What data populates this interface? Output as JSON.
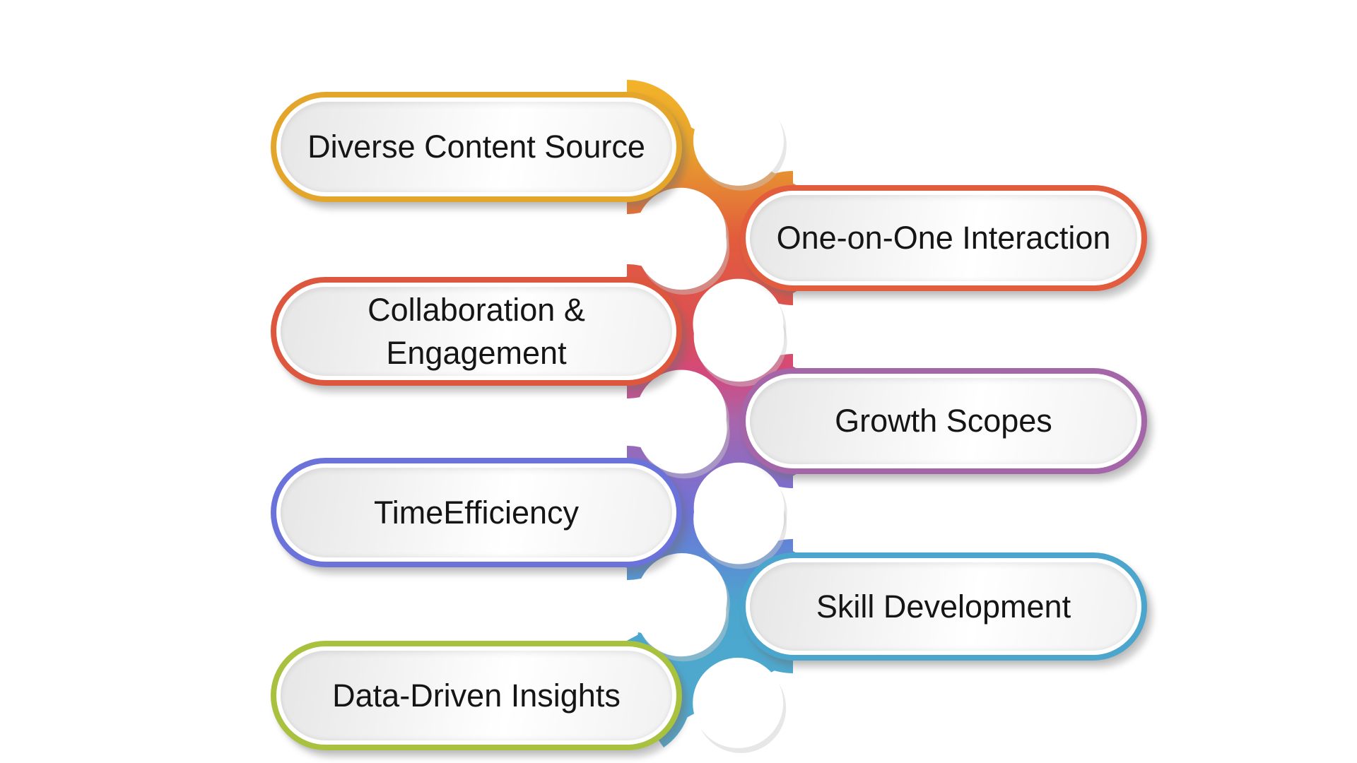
{
  "diagram": {
    "background_color": "#ffffff",
    "text_color": "#151515",
    "nodes": [
      {
        "label": "Diverse Content Source",
        "side": "left",
        "border_color": "#E4A62A"
      },
      {
        "label": "One-on-One Interaction",
        "side": "right",
        "border_color": "#E25C3E"
      },
      {
        "label": "Collaboration & Engagement",
        "side": "left",
        "border_color": "#DD573F"
      },
      {
        "label": "Growth Scopes",
        "side": "right",
        "border_color": "#A566A9"
      },
      {
        "label": "TimeEfficiency",
        "side": "left",
        "border_color": "#6B73DB"
      },
      {
        "label": "Skill Development",
        "side": "right",
        "border_color": "#4BA5CC"
      },
      {
        "label": "Data-Driven Insights",
        "side": "left",
        "border_color": "#A8C13F"
      }
    ],
    "node_fill_colors": [
      "#e6e6e6",
      "#ffffff"
    ],
    "ribbon_gradient_colors": [
      "#F2B32A",
      "#E8A42C",
      "#E25C3D",
      "#DB4F55",
      "#D2497E",
      "#A766AC",
      "#6E73DA",
      "#4BA6CD",
      "#4FA9CF",
      "#55ADD2"
    ]
  }
}
